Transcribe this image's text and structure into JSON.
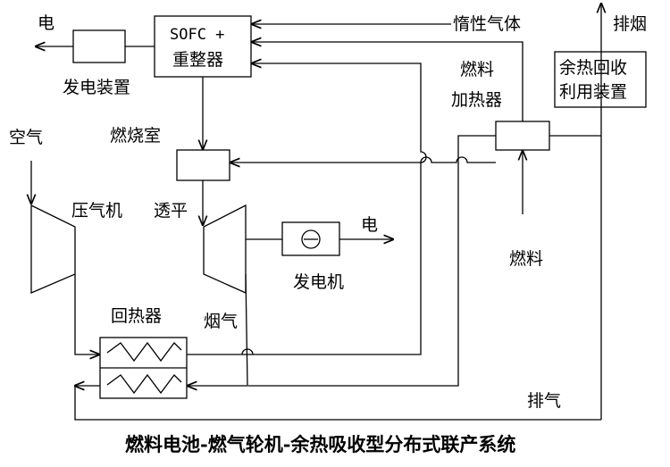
{
  "labels": {
    "electricity_top": "电",
    "generator_device": "发电装置",
    "sofc_line1": "SOFC +",
    "sofc_line2": "重整器",
    "inert_gas": "惰性气体",
    "exhaust_smoke": "排烟",
    "fuel_heater_line1": "燃料",
    "fuel_heater_line2": "加热器",
    "waste_heat_line1": "余热回收",
    "waste_heat_line2": "利用装置",
    "air": "空气",
    "combustor": "燃烧室",
    "compressor": "压气机",
    "turbine": "透平",
    "electricity_right": "电",
    "generator": "发电机",
    "fuel": "燃料",
    "recuperator": "回热器",
    "flue_gas": "烟气",
    "exhaust_gas": "排气",
    "caption": "燃料电池-燃气轮机-余热吸收型分布式联产系统"
  },
  "colors": {
    "line": "#000000",
    "background": "#ffffff"
  }
}
